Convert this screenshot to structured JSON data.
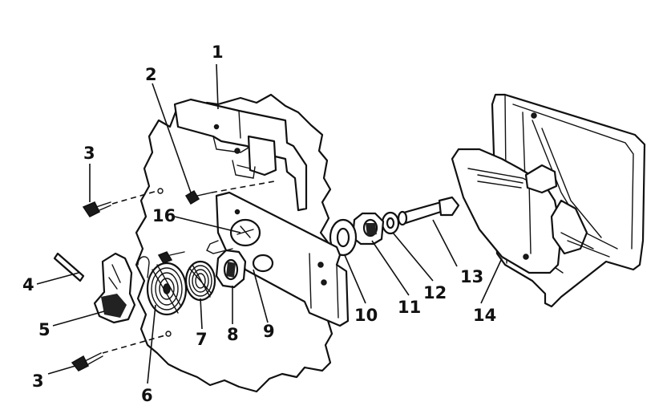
{
  "callouts": [
    {
      "id": "c1",
      "label": "1"
    },
    {
      "id": "c2",
      "label": "2"
    },
    {
      "id": "c3a",
      "label": "3"
    },
    {
      "id": "c3b",
      "label": "3"
    },
    {
      "id": "c4",
      "label": "4"
    },
    {
      "id": "c5",
      "label": "5"
    },
    {
      "id": "c6",
      "label": "6"
    },
    {
      "id": "c7",
      "label": "7"
    },
    {
      "id": "c8",
      "label": "8"
    },
    {
      "id": "c9",
      "label": "9"
    },
    {
      "id": "c10",
      "label": "10"
    },
    {
      "id": "c11",
      "label": "11"
    },
    {
      "id": "c12",
      "label": "12"
    },
    {
      "id": "c13",
      "label": "13"
    },
    {
      "id": "c14",
      "label": "14"
    },
    {
      "id": "c16",
      "label": "16"
    }
  ]
}
